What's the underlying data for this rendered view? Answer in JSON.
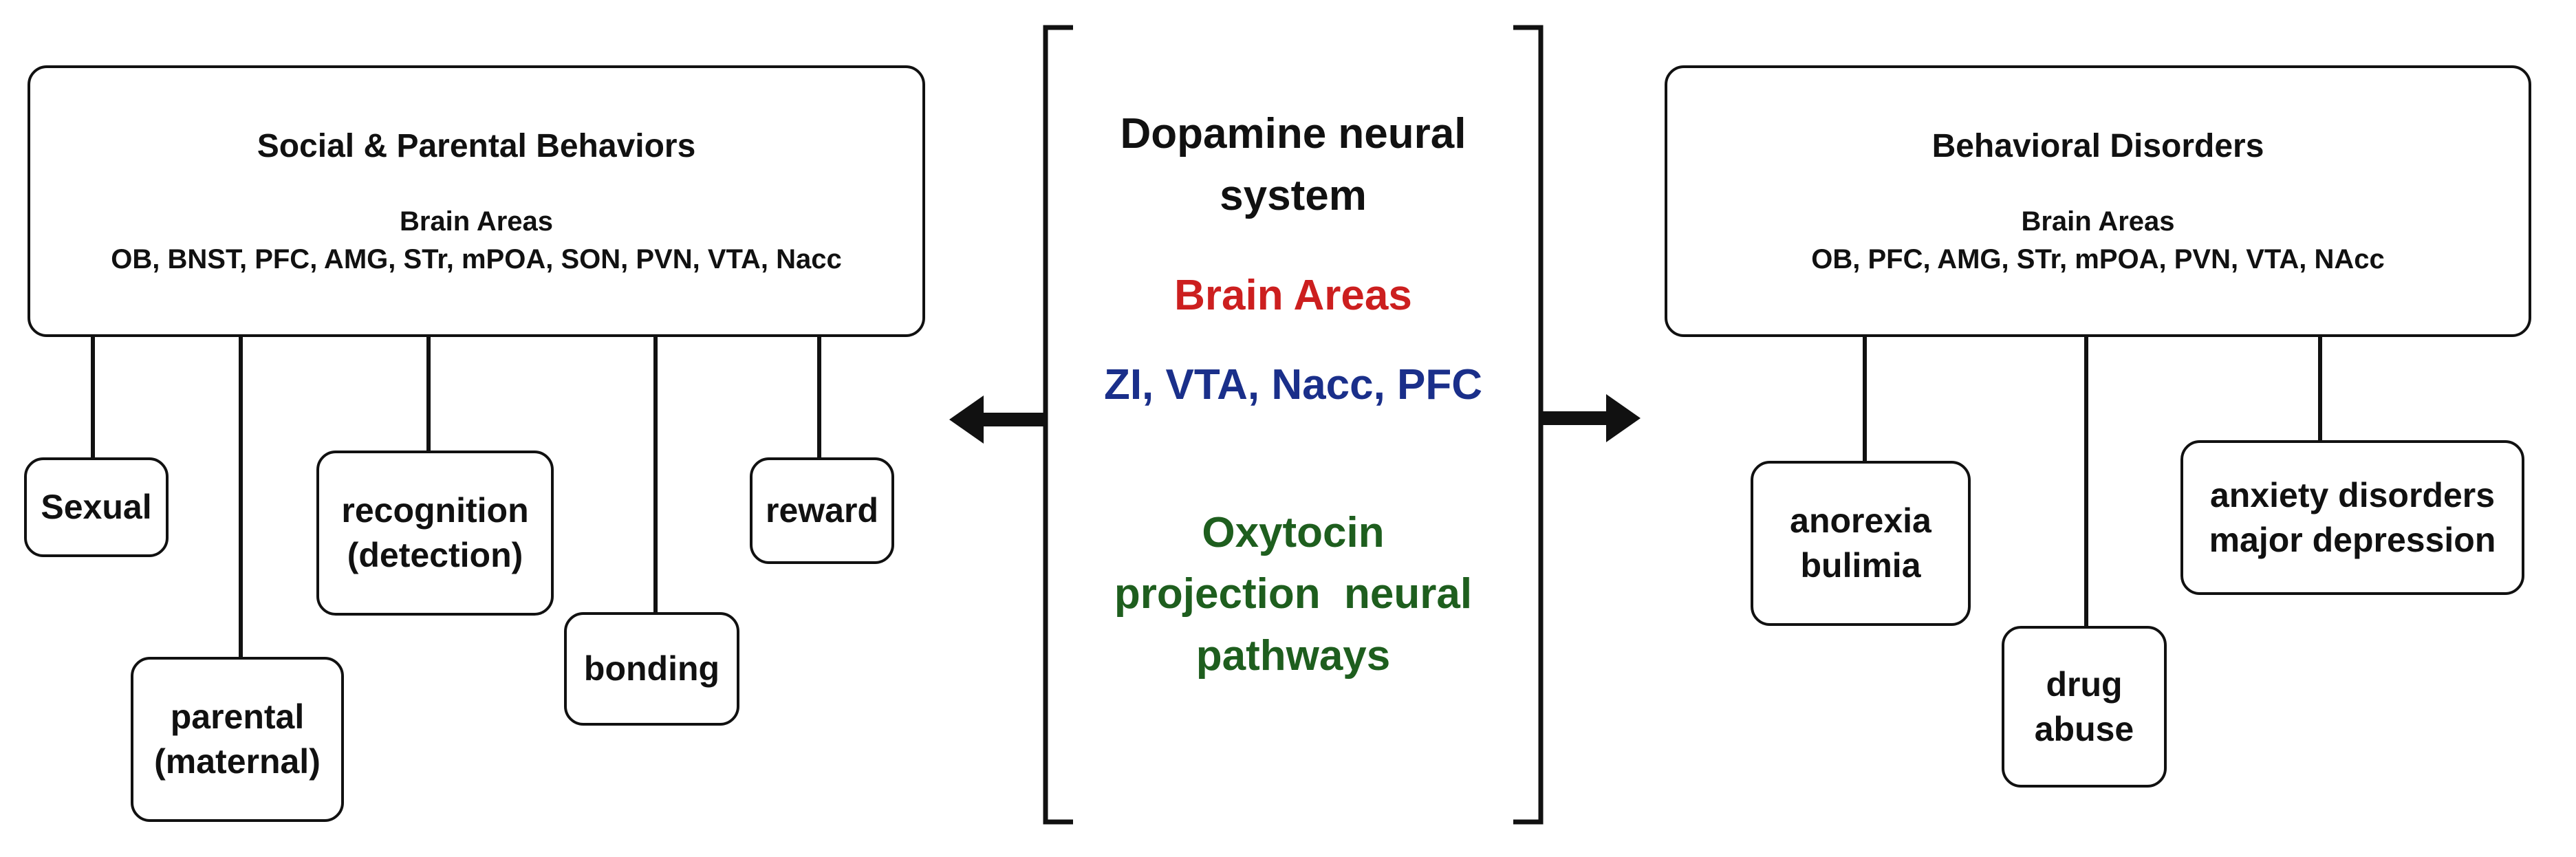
{
  "left": {
    "title": "Social & Parental Behaviors",
    "areas_label": "Brain Areas",
    "areas": "OB, BNST, PFC, AMG, STr, mPOA, SON, PVN, VTA, Nacc",
    "behaviors": {
      "sexual": "Sexual",
      "parental_1": "parental",
      "parental_2": "(maternal)",
      "recognition_1": "recognition",
      "recognition_2": "(detection)",
      "bonding": "bonding",
      "reward": "reward"
    }
  },
  "center": {
    "line1": "Dopamine neural",
    "line2": "system",
    "areas_label": "Brain Areas",
    "areas": "ZI, VTA, Nacc, PFC",
    "oxy1": "Oxytocin",
    "oxy2": "projection  neural",
    "oxy3": "pathways",
    "colors": {
      "red": "#cc1f1f",
      "blue": "#1a2f8a",
      "green": "#1e5e1e"
    }
  },
  "right": {
    "title": "Behavioral Disorders",
    "areas_label": "Brain Areas",
    "areas": "OB, PFC, AMG, STr, mPOA, PVN, VTA, NAcc",
    "disorders": {
      "anorexia_1": "anorexia",
      "anorexia_2": "bulimia",
      "drug_1": "drug",
      "drug_2": "abuse",
      "anxiety_1": "anxiety disorders",
      "anxiety_2": "major depression"
    }
  }
}
